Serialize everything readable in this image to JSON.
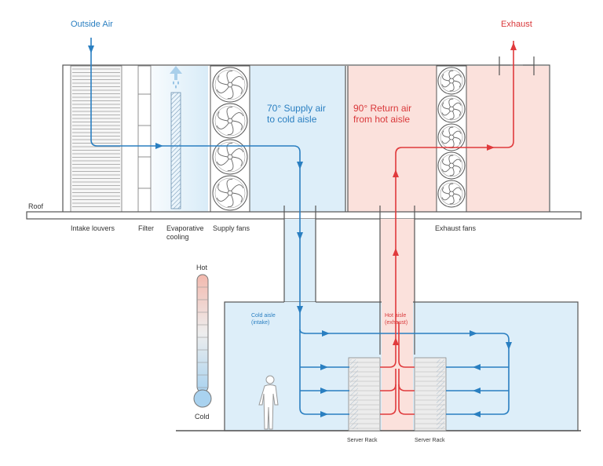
{
  "colors": {
    "cold": "#2a7fc1",
    "hot": "#e03a3c",
    "cold_fill": "#ddeef9",
    "hot_fill": "#fbe1dc",
    "outline": "#555555"
  },
  "labels": {
    "outside_air": "Outside Air",
    "exhaust": "Exhaust",
    "supply_air_line1": "70° Supply air",
    "supply_air_line2": "to cold aisle",
    "return_air_line1": "90° Return air",
    "return_air_line2": "from hot aisle",
    "roof": "Roof",
    "intake_louvers": "Intake louvers",
    "filter": "Filter",
    "evaporative_line1": "Evaporative",
    "evaporative_line2": "cooling",
    "supply_fans": "Supply fans",
    "exhaust_fans": "Exhaust fans",
    "hot": "Hot",
    "cold": "Cold",
    "cold_aisle_line1": "Cold aisle",
    "cold_aisle_line2": "(intake)",
    "hot_aisle_line1": "Hot aisle",
    "hot_aisle_line2": "(exhaust)",
    "server_rack_left": "Server Rack",
    "server_rack_right": "Server Rack"
  }
}
